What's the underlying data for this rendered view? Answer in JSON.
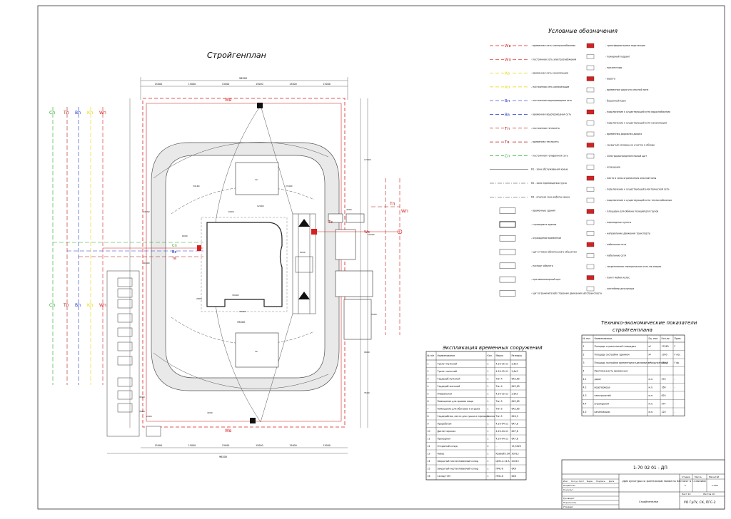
{
  "drawing": {
    "plan_title": "Стройгенплан",
    "legend_title": "Условные обозначения",
    "explication_title": "Экспликация временных сооружений",
    "tep_title_line1": "Технико-экономические показатели",
    "tep_title_line2": "стройгенплана"
  },
  "plan": {
    "dim_total_width": "96200",
    "dim_segments_top": [
      "15000",
      "15000",
      "15000",
      "15000",
      "15000",
      "15000"
    ],
    "dim_bottom": "96200",
    "dim_bottom_segments": [
      "15000",
      "15000",
      "15000",
      "15000",
      "15000",
      "15000"
    ],
    "dims_misc": [
      "34160",
      "23400",
      "12000",
      "6000",
      "6000",
      "4000",
      "14500",
      "10400",
      "39400",
      "29050",
      "9800",
      "4500",
      "3800",
      "3500",
      "5000",
      "17000",
      "6000",
      "12000",
      "2800",
      "4000",
      "2000"
    ],
    "network_labels_left": [
      "Сп",
      "Тп",
      "Вп",
      "Кп",
      "Wп"
    ],
    "network_labels_right": [
      "Тп",
      "Wп"
    ],
    "network_tags": [
      "Wв",
      "Wв",
      "Wв",
      "Тв",
      "Сп",
      "Вв",
      "Тв"
    ],
    "marker_labels": [
      "1",
      "2",
      "3"
    ]
  },
  "legend": {
    "left_items": [
      {
        "sym": "Wв",
        "color": "#d62020",
        "text": "- временная сеть электроснабжения"
      },
      {
        "sym": "Wп",
        "color": "#d62020",
        "text": "- постоянная сеть электроснабжения"
      },
      {
        "sym": "Кв",
        "color": "#e8d400",
        "text": "- временная сеть канализации"
      },
      {
        "sym": "Кп",
        "color": "#e8d400",
        "text": "- постоянная сеть канализации"
      },
      {
        "sym": "Вп",
        "color": "#2233cc",
        "text": "- постоянная водопроводная сеть"
      },
      {
        "sym": "Вв",
        "color": "#2233cc",
        "text": "- временная водопроводная сеть"
      },
      {
        "sym": "Тп",
        "color": "#b01818",
        "text": "- постоянная теплосеть"
      },
      {
        "sym": "Тв",
        "color": "#b01818",
        "text": "- временная теплосеть"
      },
      {
        "sym": "Сп",
        "color": "#22aa22",
        "text": "- постоянная телефонная сеть"
      },
      {
        "sym": "R1",
        "color": "#111111",
        "text": "R1 - зона обслуживания крана"
      },
      {
        "sym": "R2",
        "color": "#111111",
        "text": "R2 - зона перемещения груза"
      },
      {
        "sym": "R3",
        "color": "#111111",
        "text": "R3 - опасная зона работы крана"
      },
      {
        "sym": "",
        "color": "#111111",
        "text": "- временные здания"
      },
      {
        "sym": "",
        "color": "#111111",
        "text": "- строящиеся здания"
      },
      {
        "sym": "",
        "color": "#111111",
        "text": "- ограждение временное"
      },
      {
        "sym": "",
        "color": "#111111",
        "text": "- щит стяжки обмотанной с объектом"
      },
      {
        "sym": "",
        "color": "#111111",
        "text": "- паспорт объекта"
      },
      {
        "sym": "",
        "color": "#111111",
        "text": "- противопожарный щит"
      },
      {
        "sym": "",
        "color": "#111111",
        "text": "- щит ограничителей сторонам движения автотранспорта"
      }
    ],
    "right_items": [
      {
        "text": "- трансформаторная подстанция"
      },
      {
        "text": "- пожарный гидрант"
      },
      {
        "text": "- прожекторы"
      },
      {
        "text": "- ворота"
      },
      {
        "text": "- временные дороги в опасной зоне"
      },
      {
        "text": "- башенный кран"
      },
      {
        "text": "- подключение к существующей сети водоснабжения"
      },
      {
        "text": "- подключение к существующей сети канализации"
      },
      {
        "text": "- временная дорожная дорога"
      },
      {
        "text": "- закрытый колодец на участке в обходе"
      },
      {
        "text": "- электрораспределительный щит"
      },
      {
        "text": "- освещение"
      },
      {
        "text": "- места и зоны ограничения опасной зоны"
      },
      {
        "text": "- подключение к существующей электрической сети"
      },
      {
        "text": "- подключение к существующей сети теплоснабжения"
      },
      {
        "text": "- площадки для обмена позиций для грузов"
      },
      {
        "text": "- переходные пункты"
      },
      {
        "text": "- направление движения транспорта"
      },
      {
        "text": "- кабельные сети"
      },
      {
        "text": "- кабельные сети"
      },
      {
        "text": "- закрепленная электрическая сеть на опорах"
      },
      {
        "text": "- пункт мойки колес"
      },
      {
        "text": "- контейнер для мусора"
      }
    ]
  },
  "explication": {
    "headers": [
      "№ п/п",
      "Наименование",
      "Кол.",
      "Марка",
      "Размеры"
    ],
    "rows": [
      [
        "1",
        "Туалет мужской",
        "1",
        "4.20-15-11",
        "2,6х3"
      ],
      [
        "2",
        "Туалет женский",
        "1",
        "4.20-15-11",
        "2,6х3"
      ],
      [
        "3",
        "Гардероб мужской",
        "1",
        "Тип 4",
        "6Х2,65"
      ],
      [
        "4",
        "Гардероб женский",
        "1",
        "Тип 4",
        "6Х2,65"
      ],
      [
        "5",
        "Умывальная",
        "1",
        "4.20-15-11",
        "2,6х3"
      ],
      [
        "6",
        "Помещение для приема пищи",
        "1",
        "Тип 5",
        "6Х2,65"
      ],
      [
        "7",
        "Помещение для обогрева и отдыха",
        "1",
        "Тип 5",
        "6Х2,65"
      ],
      [
        "8",
        "Гардеробная, место для сушки и переодевания",
        "1",
        "Тип 5",
        "6Х4,5"
      ],
      [
        "9",
        "Прорабская",
        "1",
        "4.20-04-11",
        "6Х7,8"
      ],
      [
        "10",
        "Диспетчерская",
        "1",
        "4.20-04-11",
        "6Х7,8"
      ],
      [
        "11",
        "Проходная",
        "1",
        "4.20-04-11",
        "6Х7,8"
      ],
      [
        "12",
        "Открытый склад",
        "2",
        "-",
        "15,5Х20"
      ],
      [
        "13",
        "Навес",
        "1",
        "Кривой 15А",
        "30Х12"
      ],
      [
        "14",
        "Закрытый неотапливаемый склад",
        "1",
        "ЦМС-4-14.А",
        "20Х15"
      ],
      [
        "15",
        "Закрытый неотапливаемый склад",
        "1",
        "ПМС-6",
        "6Х6"
      ],
      [
        "16",
        "Склад ГСМ",
        "1",
        "ПМС-6",
        "6Х6"
      ]
    ]
  },
  "tep": {
    "headers": [
      "№ поз.",
      "Наименование",
      "Ед. изм.",
      "Кол-во",
      "Прим."
    ],
    "rows": [
      [
        "1",
        "Площадь строительной площадки",
        "м²",
        "17063",
        "F"
      ],
      [
        "2",
        "Площадь застройки зданием",
        "м²",
        "1300",
        "F пос"
      ],
      [
        "3",
        "Площадь застройки временными зданиями и сооружениями",
        "м²",
        "131,8",
        "F вр"
      ],
      [
        "4",
        "Протяженность временных:",
        "",
        "",
        ""
      ],
      [
        "4.1",
        "дорог",
        "м.п.",
        "370",
        "-"
      ],
      [
        "4.2",
        "водопровода",
        "м.п.",
        "160",
        "-"
      ],
      [
        "4.3",
        "электросетей",
        "м.п.",
        "620",
        "-"
      ],
      [
        "4.4",
        "ограждения",
        "м.п.",
        "574",
        "-"
      ],
      [
        "4.5",
        "канализации",
        "м.п.",
        "120",
        "-"
      ]
    ]
  },
  "stamp": {
    "code": "1-70 02 01 - ДП",
    "project_title": "Дом культуры со зрительным залом на 320 мест в г.Слониме",
    "sheet_name": "Стройгенплан",
    "org": "УО ГрГУ, СК, ПГС-2",
    "stage_hdr": "Стадия",
    "mass_hdr": "Масса",
    "scale_hdr": "Масштаб",
    "stage": "У",
    "scale": "1:400",
    "sheet_hdr": "Лист 10",
    "sheets_hdr": "Листов 10",
    "row_labels": [
      "Изм.",
      "Кол.уч.",
      "Лист",
      "№док.",
      "Подпись",
      "Дата"
    ],
    "roles": [
      "Разработал",
      "Консульт.",
      "Руководит.",
      "Нормоконтр.",
      "Утвердил"
    ]
  },
  "colors": {
    "red": "#d62020",
    "blue": "#2233cc",
    "yellow": "#e8d400",
    "green": "#22aa22",
    "darkred": "#b01818"
  }
}
